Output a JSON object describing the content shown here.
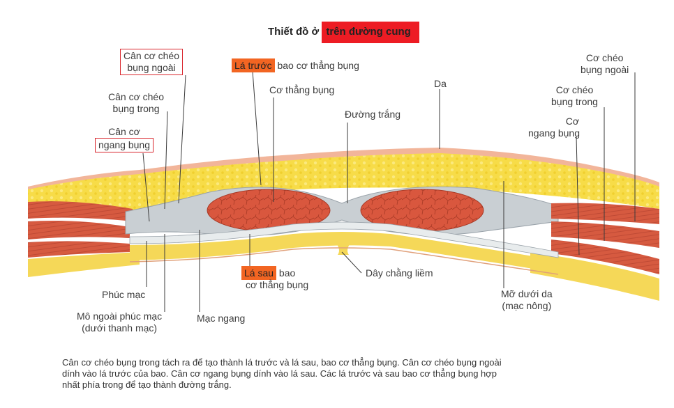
{
  "title": {
    "prefix": "Thiết đồ ở ",
    "highlight": "trên đường cung"
  },
  "labels": {
    "can_co_cheo_bung_ngoai_l1": "Cân cơ chéo",
    "can_co_cheo_bung_ngoai_l2": "bụng ngoài",
    "can_co_cheo_bung_trong_l1": "Cân cơ chéo",
    "can_co_cheo_bung_trong_l2": "bụng trong",
    "can_co_ngang_bung_l1": "Cân cơ",
    "can_co_ngang_bung_l2": "ngang bụng",
    "la_truoc_hl": "Lá trước",
    "la_truoc_rest": " bao cơ thẳng bụng",
    "co_thang_bung": "Cơ thẳng bụng",
    "duong_trang": "Đường trắng",
    "da": "Da",
    "co_cheo_bung_ngoai_l1": "Cơ chéo",
    "co_cheo_bung_ngoai_l2": "bụng ngoài",
    "co_cheo_bung_trong_l1": "Cơ chéo",
    "co_cheo_bung_trong_l2": "bụng trong",
    "co_ngang_bung_l1": "Cơ",
    "co_ngang_bung_l2": "ngang bụng",
    "la_sau_hl": "Lá sau",
    "la_sau_rest": " bao",
    "la_sau_l2": "cơ thẳng bụng",
    "day_chang_liem": "Dây chằng liềm",
    "phuc_mac": "Phúc mạc",
    "mo_ngoai_phuc_mac_l1": "Mô ngoài phúc mạc",
    "mo_ngoai_phuc_mac_l2": "(dưới thanh mạc)",
    "mac_ngang": "Mạc ngang",
    "mo_duoi_da_l1": "Mỡ dưới da",
    "mo_duoi_da_l2": "(mạc nông)"
  },
  "caption": {
    "line1": "Cân cơ chéo bụng trong tách ra để tạo thành lá trước và lá sau, bao cơ thẳng bụng. Cân cơ chéo bụng ngoài",
    "line2": "dính vào lá trước của bao. Cân cơ ngang bụng dính vào lá sau. Các lá trước và sau bao cơ thẳng bụng hợp",
    "line3": "nhất phía trong để tạo thành đường trắng."
  },
  "colors": {
    "fat": "#f7dc48",
    "skin": "#f2b59a",
    "muscle": "#d9573e",
    "fascia": "#c9cfd3",
    "highlight_red": "#ed1c24",
    "highlight_orange": "#f26522",
    "box_red": "#d9242b"
  }
}
